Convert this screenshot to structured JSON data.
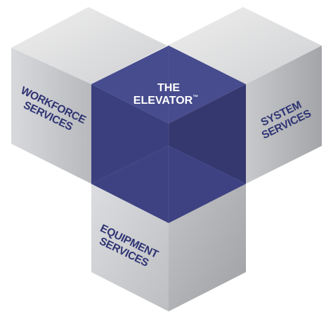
{
  "center": {
    "line1": "THE",
    "line2": "ELEVATOR",
    "trademark": "™",
    "color": "#3b3f7e"
  },
  "modules": {
    "workforce": {
      "line1": "WORKFORCE",
      "line2": "SERVICES"
    },
    "system": {
      "line1": "SYSTEM",
      "line2": "SERVICES"
    },
    "equipment": {
      "line1": "EQUIPMENT",
      "line2": "SERVICES"
    }
  },
  "colors": {
    "label_text": "#2e3372",
    "cube_light": "#e2e3e5",
    "cube_mid": "#c9cacd",
    "cube_dark": "#a9abaf"
  }
}
